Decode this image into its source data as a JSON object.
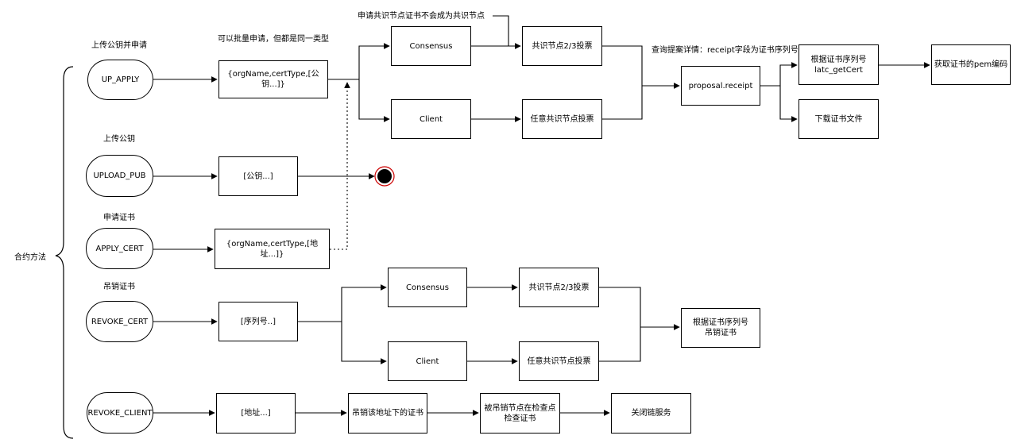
{
  "side_label": "合约方法",
  "labels": {
    "up_apply_title": "上传公钥并申请",
    "batch_note": "可以批量申请，但都是同一类型",
    "consensus_note": "申请共识节点证书不会成为共识节点",
    "query_note": "查询提案详情：receipt字段为证书序列号",
    "upload_pub_title": "上传公钥",
    "apply_cert_title": "申请证书",
    "revoke_title": "吊销证书"
  },
  "methods": {
    "up_apply": "UP_APPLY",
    "upload_pub": "UPLOAD_PUB",
    "apply_cert": "APPLY_CERT",
    "revoke_cert": "REVOKE_CERT",
    "revoke_client": "REVOKE_CLIENT"
  },
  "boxes": {
    "up_apply_params": "{orgName,certType,[公钥...]}",
    "upload_pub_params": "[公钥...]",
    "apply_cert_params": "{orgName,certType,[地址...]}",
    "revoke_cert_params": "[序列号..]",
    "revoke_client_params": "[地址...]",
    "consensus_1": "Consensus",
    "client_1": "Client",
    "vote_consensus_1": "共识节点2/3投票",
    "vote_any_1": "任意共识节点投票",
    "proposal_receipt": "proposal.receipt",
    "get_cert": "根据证书序列号\nlatc_getCert",
    "download_cert": "下载证书文件",
    "pem_encode": "获取证书的pem编码",
    "consensus_2": "Consensus",
    "client_2": "Client",
    "vote_consensus_2": "共识节点2/3投票",
    "vote_any_2": "任意共识节点投票",
    "revoke_by_serial": "根据证书序列号\n吊销证书",
    "revoke_addr_certs": "吊销该地址下的证书",
    "checkpoint_check": "被吊销节点在检查点\n检查证书",
    "close_chain": "关闭链服务"
  },
  "colors": {
    "stroke": "#000000",
    "end_fill": "#000000",
    "end_ring": "#cc0000"
  }
}
